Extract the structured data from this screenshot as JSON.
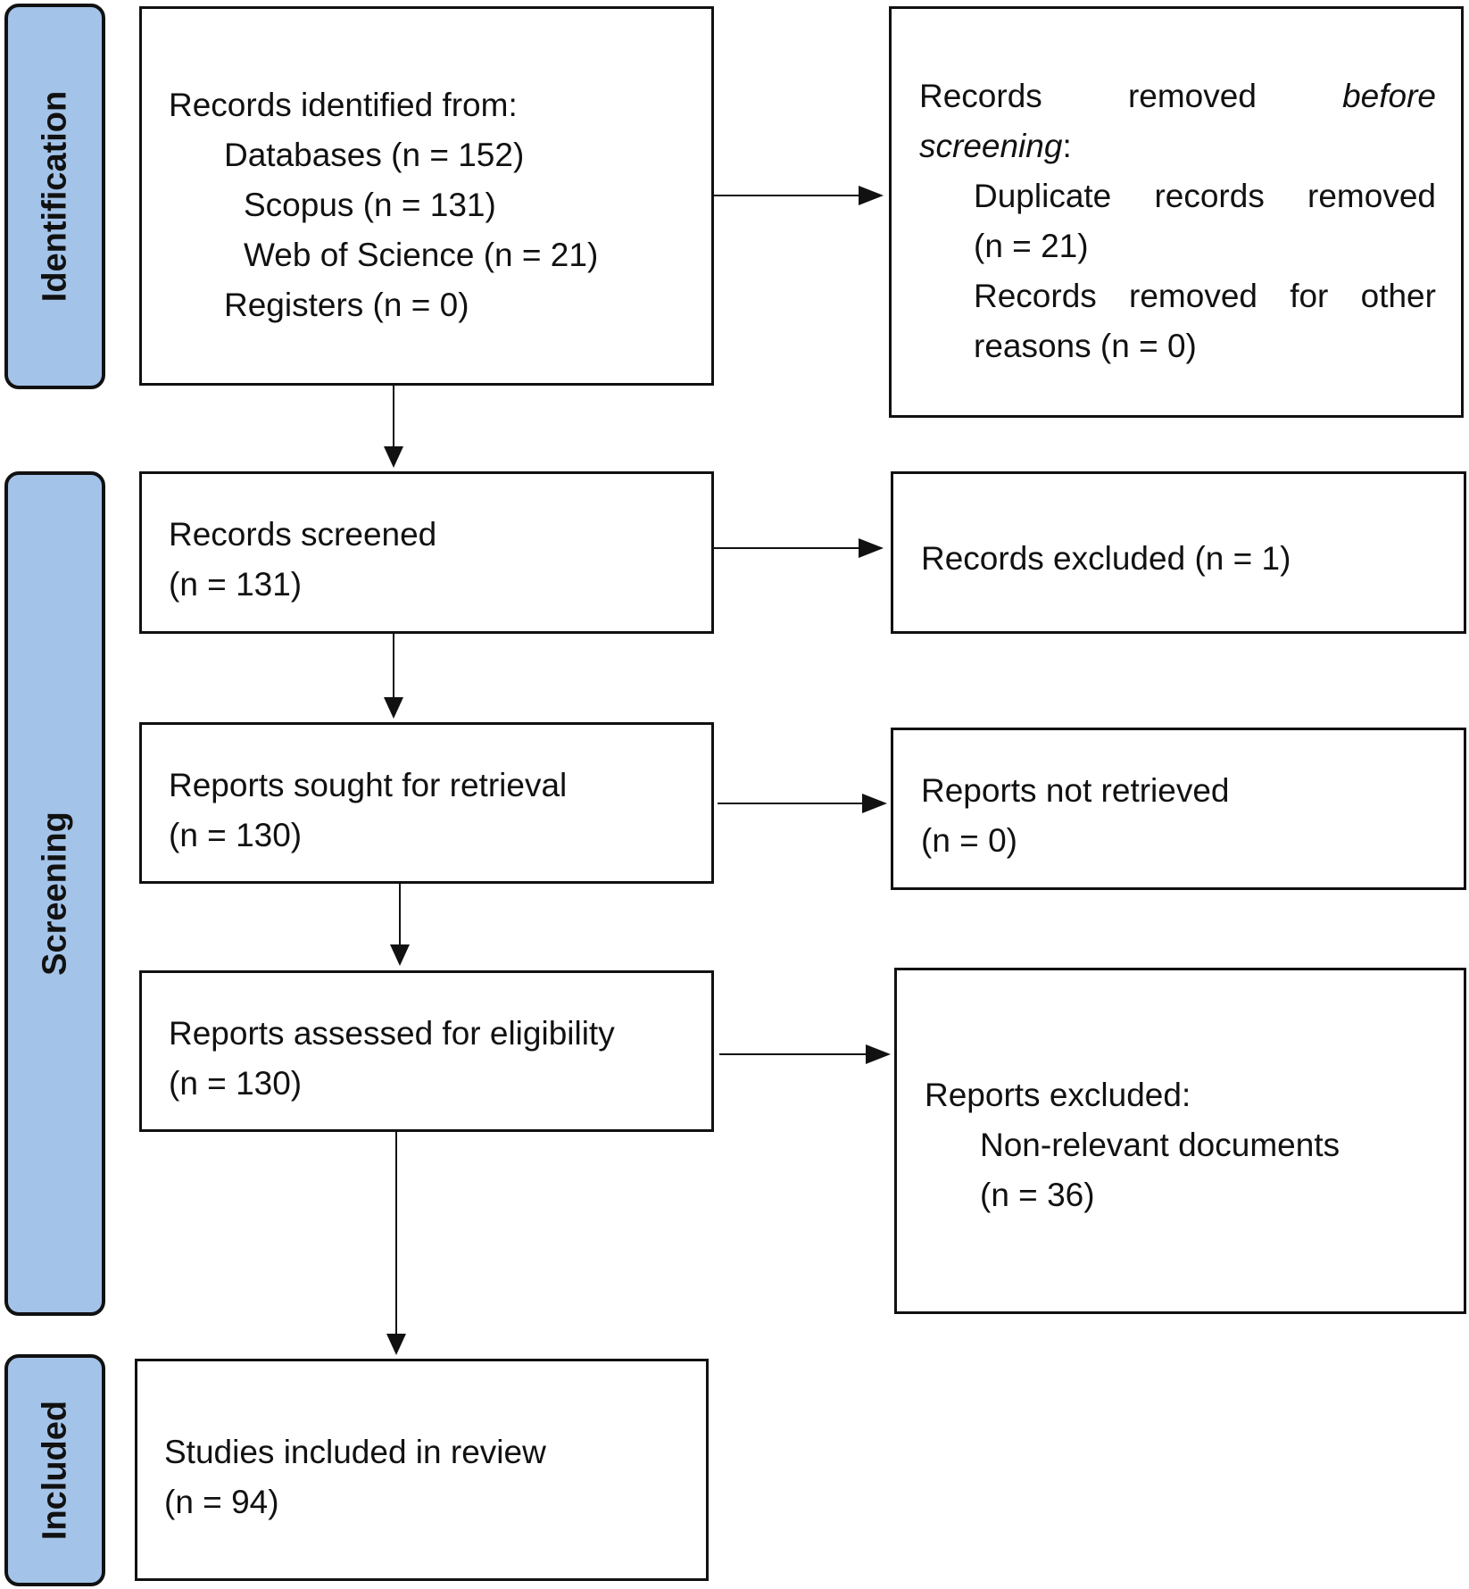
{
  "phases": {
    "identification": "Identification",
    "screening": "Screening",
    "included": "Included"
  },
  "identification_box": {
    "title": "Records identified from:",
    "databases": "Databases (n = 152)",
    "scopus": "Scopus (n = 131)",
    "wos": "Web of Science (n = 21)",
    "registers": "Registers (n = 0)"
  },
  "removed_box": {
    "w1": "Records",
    "w2": "removed",
    "w3": "before",
    "w4": "screening",
    "colon": ":",
    "d1": "Duplicate",
    "d2": "records",
    "d3": "removed",
    "d4": "(n = 21)",
    "o1": "Records",
    "o2": "removed",
    "o3": "for",
    "o4": "other",
    "o5": "reasons (n = 0)"
  },
  "screened_box": {
    "line1": "Records screened",
    "line2": "(n = 131)"
  },
  "excluded_box": {
    "line1": "Records excluded (n = 1)"
  },
  "sought_box": {
    "line1": "Reports sought for retrieval",
    "line2": "(n = 130)"
  },
  "not_retrieved_box": {
    "line1": "Reports not retrieved",
    "line2": "(n = 0)"
  },
  "assessed_box": {
    "line1": "Reports assessed for eligibility",
    "line2": "(n = 130)"
  },
  "reports_excluded_box": {
    "line1": "Reports excluded:",
    "line2": "Non-relevant documents",
    "line3": "(n = 36)"
  },
  "included_box": {
    "line1": "Studies included in review",
    "line2": "(n = 94)"
  }
}
